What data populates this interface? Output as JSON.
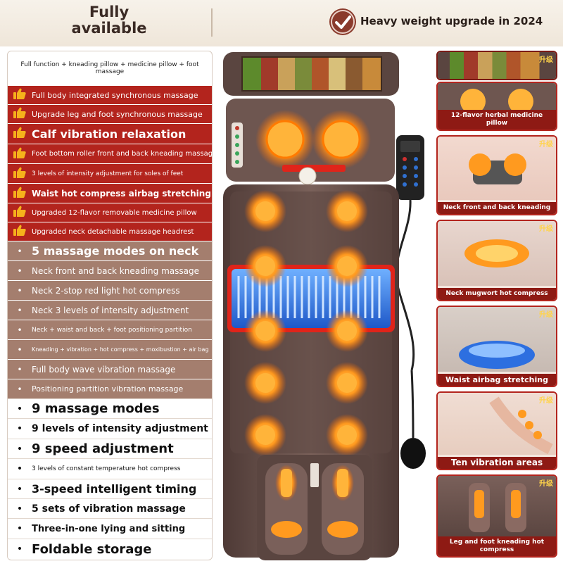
{
  "banner": {
    "availability": "Fully\navailable",
    "upgrade": "Heavy weight upgrade in 2024"
  },
  "features": {
    "header": "Full function + kneading pillow + medicine pillow + foot massage",
    "rows": [
      {
        "label": "Full body integrated synchronous massage",
        "style": "red",
        "icon": "thumbs-up-icon"
      },
      {
        "label": "Upgrade leg and foot synchronous massage",
        "style": "red",
        "icon": "thumbs-up-icon"
      },
      {
        "label": "Calf vibration relaxation",
        "style": "red",
        "icon": "thumbs-up-icon"
      },
      {
        "label": "Foot bottom roller front and back kneading massage",
        "style": "red",
        "icon": "thumbs-up-icon"
      },
      {
        "label": "3 levels of intensity adjustment for soles of feet",
        "style": "red",
        "icon": "thumbs-up-icon"
      },
      {
        "label": "Waist hot compress airbag stretching",
        "style": "red",
        "icon": "thumbs-up-icon"
      },
      {
        "label": "Upgraded 12-flavor removable medicine pillow",
        "style": "red",
        "icon": "thumbs-up-icon"
      },
      {
        "label": "Upgraded neck detachable massage headrest",
        "style": "red",
        "icon": "thumbs-up-icon"
      },
      {
        "label": "5 massage modes on neck",
        "style": "tan",
        "icon": "bullet-icon"
      },
      {
        "label": "Neck front and back kneading massage",
        "style": "tan",
        "icon": "bullet-icon"
      },
      {
        "label": "Neck 2-stop red light hot compress",
        "style": "tan",
        "icon": "bullet-icon"
      },
      {
        "label": "Neck 3 levels of intensity adjustment",
        "style": "tan",
        "icon": "bullet-icon"
      },
      {
        "label": "Neck + waist and back + foot positioning partition",
        "style": "tan",
        "icon": "bullet-icon"
      },
      {
        "label": "Kneading + vibration + hot compress + moxibustion + air bag",
        "style": "tan",
        "icon": "bullet-icon"
      },
      {
        "label": "Full body wave vibration massage",
        "style": "tan",
        "icon": "bullet-icon"
      },
      {
        "label": "Positioning partition vibration massage",
        "style": "tan",
        "icon": "bullet-icon"
      },
      {
        "label": "9 massage modes",
        "style": "white",
        "icon": "bullet-icon"
      },
      {
        "label": "9 levels of intensity adjustment",
        "style": "white",
        "icon": "bullet-icon"
      },
      {
        "label": "9 speed adjustment",
        "style": "white",
        "icon": "bullet-icon"
      },
      {
        "label": "3 levels of constant temperature hot compress",
        "style": "white",
        "icon": "bullet-icon"
      },
      {
        "label": "3-speed intelligent timing",
        "style": "white",
        "icon": "bullet-icon"
      },
      {
        "label": "5 sets of vibration massage",
        "style": "white",
        "icon": "bullet-icon"
      },
      {
        "label": "Three-in-one lying and sitting",
        "style": "white",
        "icon": "bullet-icon"
      },
      {
        "label": "Foldable storage",
        "style": "white",
        "icon": "bullet-icon"
      }
    ]
  },
  "thumbnails": [
    {
      "caption": "",
      "badge": "升级"
    },
    {
      "caption": "12-flavor herbal medicine pillow",
      "badge": ""
    },
    {
      "caption": "Neck front and back kneading",
      "badge": "升级"
    },
    {
      "caption": "Neck mugwort hot compress",
      "badge": "升级"
    },
    {
      "caption": "Waist airbag stretching",
      "badge": "升级"
    },
    {
      "caption": "Ten vibration areas",
      "badge": "升级"
    },
    {
      "caption": "Leg and foot kneading hot compress",
      "badge": "升级"
    }
  ],
  "colors": {
    "accent_red": "#b3241d",
    "tan": "#a47e6e",
    "mat_brown": "#6e5650",
    "glow_orange": "#ff9a1f"
  }
}
